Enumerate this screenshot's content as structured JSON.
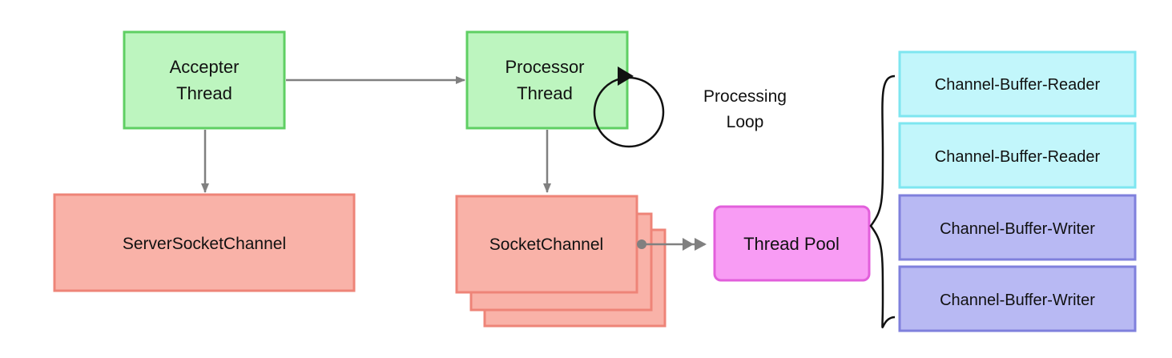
{
  "nodes": {
    "accepter_thread": {
      "line1": "Accepter",
      "line2": "Thread"
    },
    "processor_thread": {
      "line1": "Processor",
      "line2": "Thread"
    },
    "processing_loop": {
      "line1": "Processing",
      "line2": "Loop"
    },
    "server_socket_channel": {
      "label": "ServerSocketChannel"
    },
    "socket_channel": {
      "label": "SocketChannel"
    },
    "thread_pool": {
      "label": "Thread Pool"
    },
    "buffers": [
      {
        "label": "Channel-Buffer-Reader"
      },
      {
        "label": "Channel-Buffer-Reader"
      },
      {
        "label": "Channel-Buffer-Writer"
      },
      {
        "label": "Channel-Buffer-Writer"
      }
    ]
  },
  "colors": {
    "thread_fill": "#bdf5bf",
    "thread_stroke": "#5fcf63",
    "channel_fill": "#f9b2a8",
    "channel_stroke": "#ee8478",
    "pool_fill": "#f89cf4",
    "pool_stroke": "#e25fdb",
    "reader_fill": "#c2f6fb",
    "reader_stroke": "#7ee6f0",
    "writer_fill": "#b8b9f3",
    "writer_stroke": "#7f80dc",
    "arrow": "#808080"
  }
}
